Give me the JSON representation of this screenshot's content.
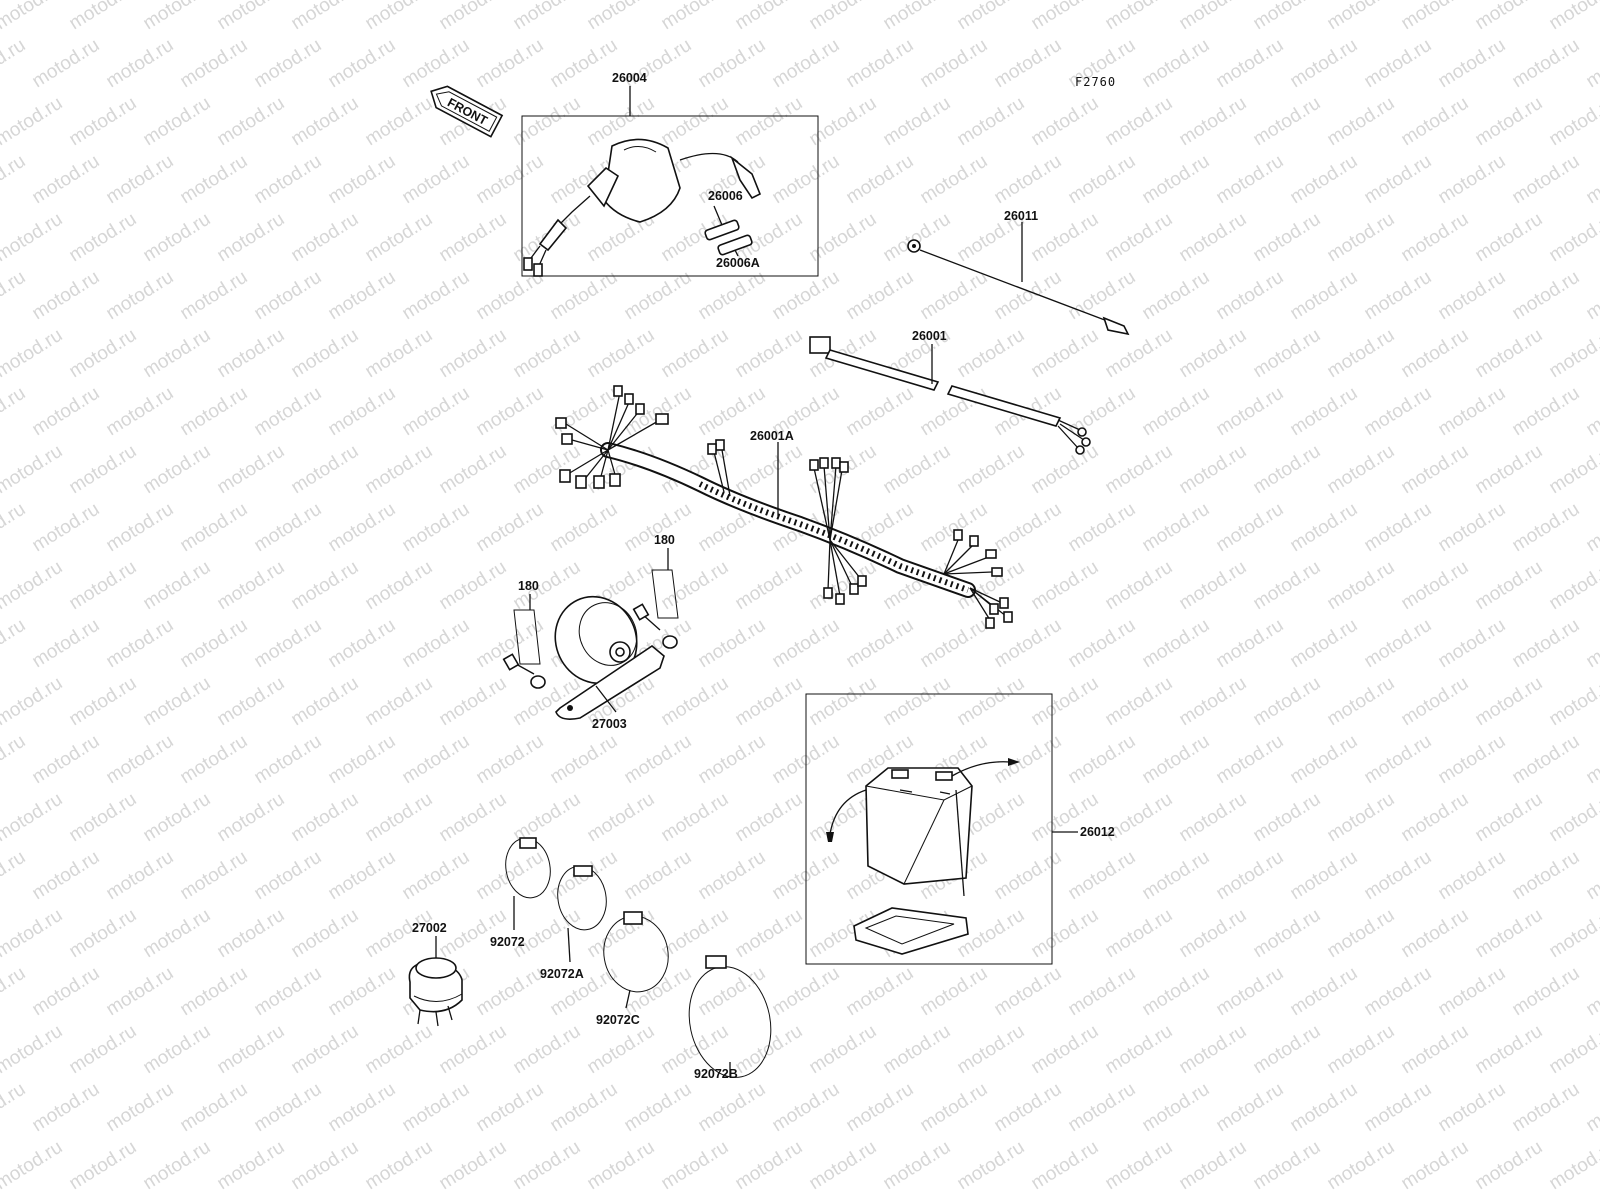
{
  "figure_code": "F2760",
  "watermark": "motod.ru",
  "front_label": "FRONT",
  "parts": {
    "p26004": "26004",
    "p26006": "26006",
    "p26006A": "26006A",
    "p26011": "26011",
    "p26001": "26001",
    "p26001A": "26001A",
    "p180a": "180",
    "p180b": "180",
    "p27003": "27003",
    "p26012": "26012",
    "p27002": "27002",
    "p92072": "92072",
    "p92072A": "92072A",
    "p92072C": "92072C",
    "p92072B": "92072B"
  }
}
